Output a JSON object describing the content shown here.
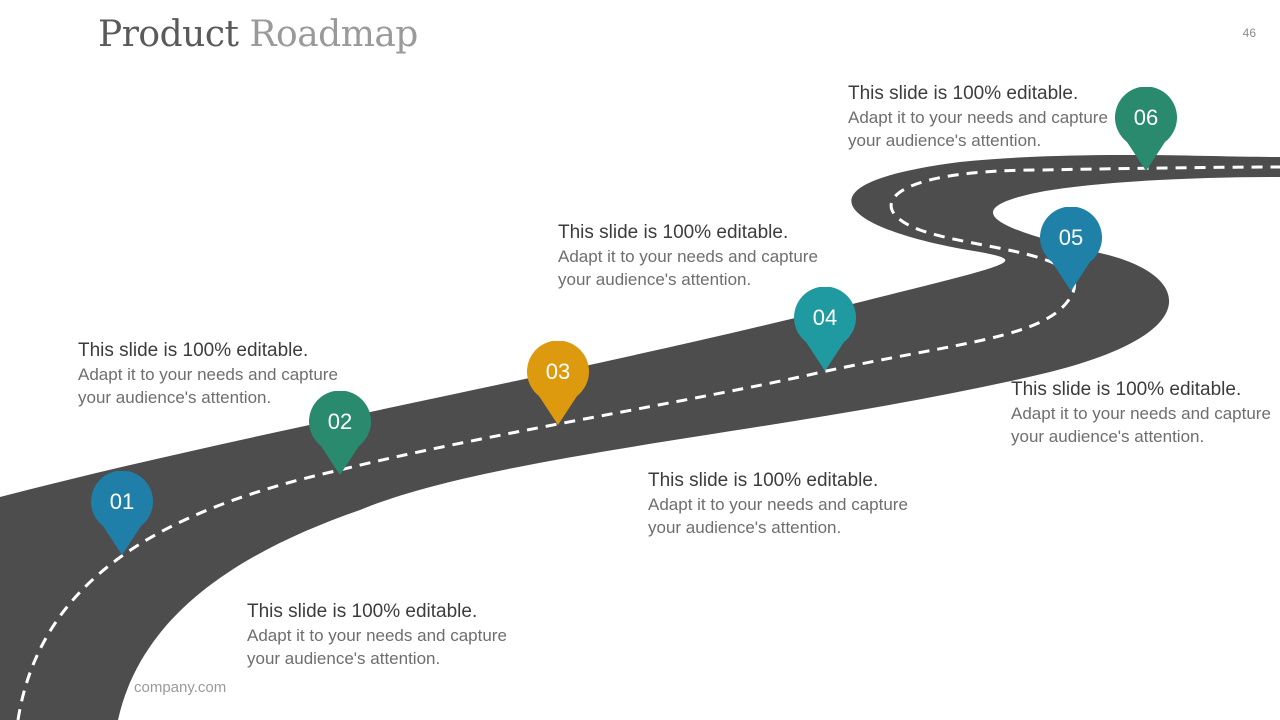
{
  "slide": {
    "title_part1": "Product",
    "title_part2": "Roadmap",
    "page_number": "46",
    "footer": "company.com"
  },
  "milestones": [
    {
      "number": "01",
      "color": "#1f7fa8",
      "heading": "This slide is 100% editable.",
      "body": "Adapt it to your needs and capture your audience's attention."
    },
    {
      "number": "02",
      "color": "#2a8a6e",
      "heading": "This slide is 100% editable.",
      "body": "Adapt it to your needs and capture your audience's attention."
    },
    {
      "number": "03",
      "color": "#dd9a0e",
      "heading": "This slide is 100% editable.",
      "body": "Adapt it to your needs and capture your audience's attention."
    },
    {
      "number": "04",
      "color": "#1f9aa0",
      "heading": "This slide is 100% editable.",
      "body": "Adapt it to your needs and capture your audience's attention."
    },
    {
      "number": "05",
      "color": "#1f80a8",
      "heading": "This slide is 100% editable.",
      "body": "Adapt it to your needs and capture your audience's attention."
    },
    {
      "number": "06",
      "color": "#2a8a6e",
      "heading": "This slide is 100% editable.",
      "body": "Adapt it to your needs and capture your audience's attention."
    }
  ],
  "colors": {
    "road": "#4d4d4d",
    "road_marking": "#ffffff"
  }
}
